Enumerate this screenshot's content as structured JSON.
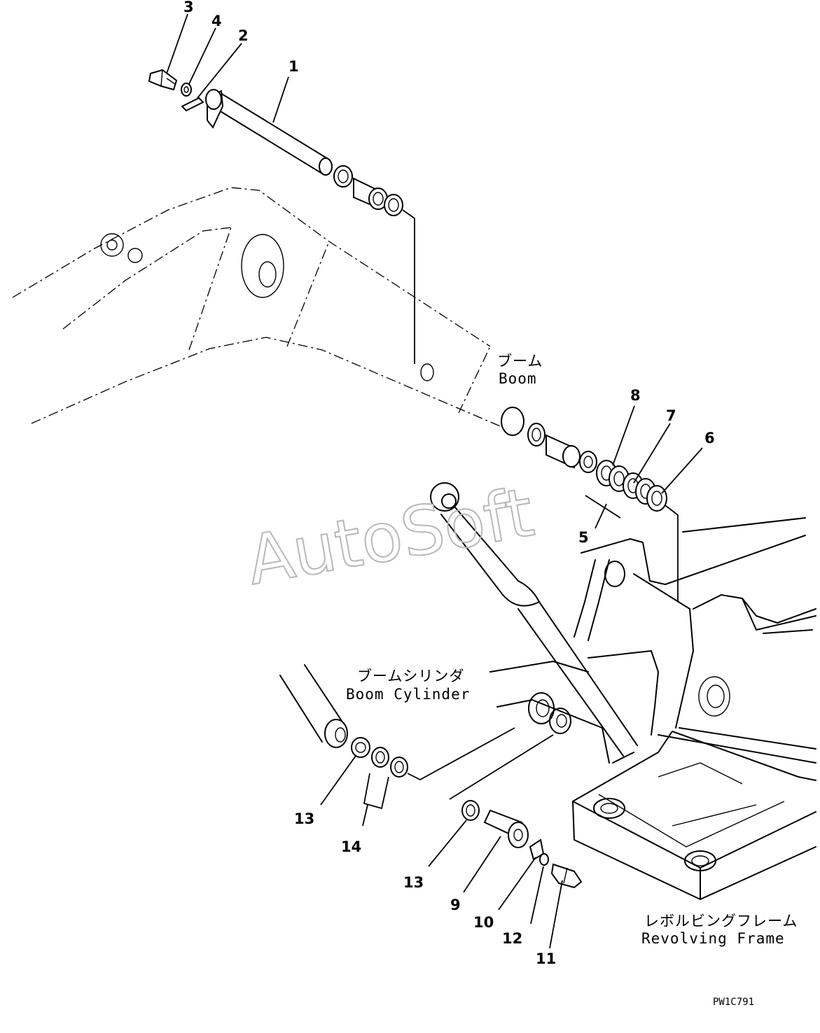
{
  "watermark": "AutoSoft",
  "figure_code": "PW1C791",
  "labels": {
    "boom_jp": "ブーム",
    "boom_en": "Boom",
    "boom_cylinder_jp": "ブームシリンダ",
    "boom_cylinder_en": "Boom Cylinder",
    "revolving_frame_jp": "レボルビングフレーム",
    "revolving_frame_en": "Revolving Frame"
  },
  "callouts": [
    "1",
    "2",
    "3",
    "4",
    "5",
    "6",
    "7",
    "8",
    "9",
    "10",
    "11",
    "12",
    "13",
    "13",
    "14"
  ]
}
